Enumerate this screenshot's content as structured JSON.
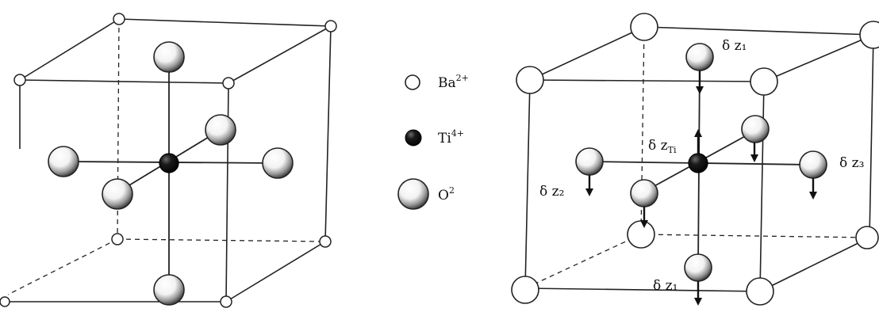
{
  "legend": {
    "ba_label": "Ba",
    "ba_charge": "2+",
    "ti_label": "Ti",
    "ti_charge": "4+",
    "o_label": "O",
    "o_charge": "2"
  },
  "displacement_labels": {
    "dz1_top": "δ z₁",
    "dz2": "δ z₂",
    "dz_ti": "δ z",
    "dz_ti_sub": "Ti",
    "dz3": "δ z₃",
    "dz1_bottom": "δ z₁"
  },
  "colors": {
    "line": "#222222",
    "ti_atom": "#111111",
    "o_shade": "#1a1a1a",
    "background": "#ffffff"
  }
}
